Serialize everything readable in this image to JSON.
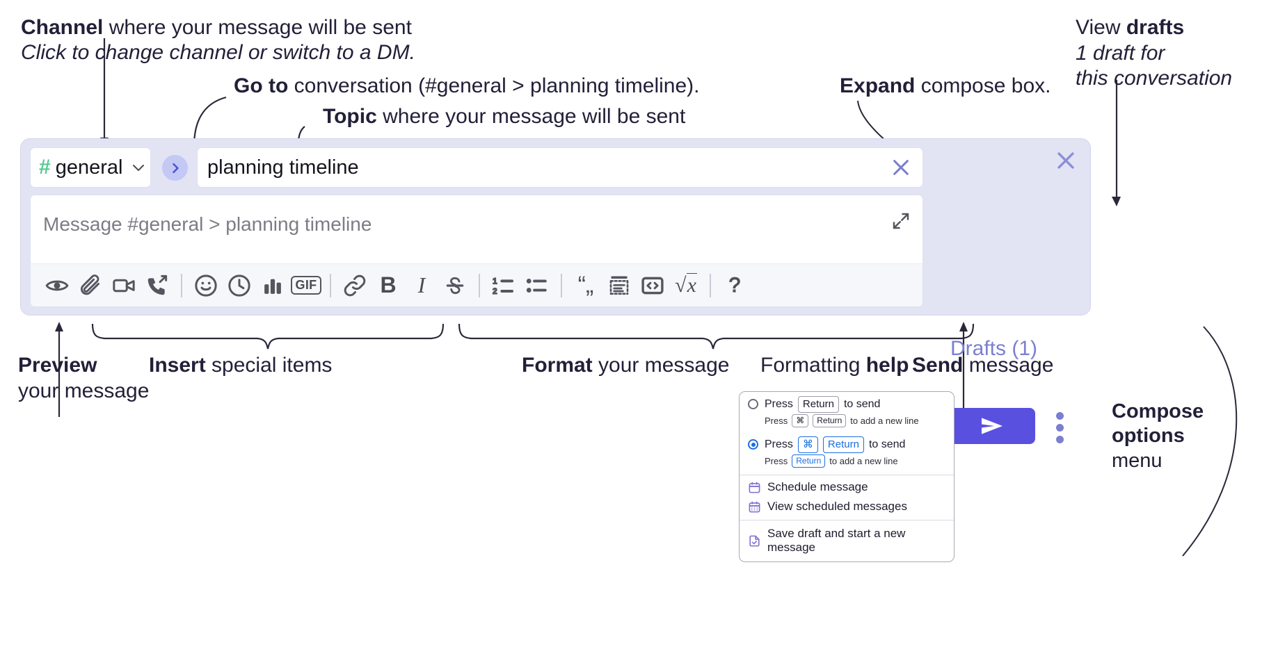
{
  "annotations": {
    "channel": {
      "bold": "Channel",
      "rest": " where your message will be sent",
      "italic": "Click to change channel or switch to a DM."
    },
    "goto": {
      "bold": "Go to",
      "rest": " conversation (#general > planning timeline)."
    },
    "topic": {
      "bold": "Topic",
      "rest": " where your message will be sent"
    },
    "expand": {
      "bold": "Expand",
      "rest": " compose box."
    },
    "drafts": {
      "line1_rest": "View ",
      "line1_bold": "drafts",
      "line2": "1 draft for",
      "line3": "this conversation"
    },
    "preview": {
      "bold": "Preview",
      "line2": "your message"
    },
    "insert": {
      "bold": "Insert",
      "rest": " special items"
    },
    "format": {
      "bold": "Format",
      "rest": " your message"
    },
    "help": {
      "rest": "Formatting ",
      "bold": "help"
    },
    "send": {
      "bold": "Send",
      "rest": " message"
    },
    "compose_options": {
      "line1": "Compose",
      "line2": "options",
      "line3": "menu"
    }
  },
  "compose": {
    "channel_name": "general",
    "hash_icon": "#",
    "topic_value": "planning timeline",
    "message_placeholder": "Message #general > planning timeline",
    "drafts_label": "Drafts (1)",
    "toolbar": [
      {
        "name": "preview-icon",
        "type": "eye"
      },
      {
        "name": "attachment-icon",
        "type": "paperclip"
      },
      {
        "name": "video-clip-icon",
        "type": "video"
      },
      {
        "name": "audio-clip-icon",
        "type": "phone"
      },
      {
        "name": "divider",
        "type": "sep"
      },
      {
        "name": "emoji-icon",
        "type": "emoji"
      },
      {
        "name": "reminder-clock-icon",
        "type": "clock"
      },
      {
        "name": "poll-icon",
        "type": "bars"
      },
      {
        "name": "gif-icon",
        "type": "gif",
        "label": "GIF"
      },
      {
        "name": "divider",
        "type": "sep"
      },
      {
        "name": "link-icon",
        "type": "link"
      },
      {
        "name": "bold-icon",
        "type": "bold",
        "label": "B"
      },
      {
        "name": "italic-icon",
        "type": "italic",
        "label": "I"
      },
      {
        "name": "strikethrough-icon",
        "type": "strike"
      },
      {
        "name": "divider",
        "type": "sep"
      },
      {
        "name": "ordered-list-icon",
        "type": "ol"
      },
      {
        "name": "bulleted-list-icon",
        "type": "ul"
      },
      {
        "name": "divider",
        "type": "sep"
      },
      {
        "name": "blockquote-icon",
        "type": "quote",
        "label": "“„"
      },
      {
        "name": "code-block-icon",
        "type": "codeblock"
      },
      {
        "name": "inline-code-icon",
        "type": "code"
      },
      {
        "name": "math-icon",
        "type": "math",
        "label": "√x"
      },
      {
        "name": "divider",
        "type": "sep"
      },
      {
        "name": "formatting-help-icon",
        "type": "help",
        "label": "?"
      }
    ]
  },
  "options_menu": {
    "radio1": {
      "selected": false,
      "pre": "Press",
      "key": "Return",
      "post": "to send",
      "sub_pre": "Press",
      "sub_key1": "⌘",
      "sub_key2": "Return",
      "sub_post": "to add a new line"
    },
    "radio2": {
      "selected": true,
      "pre": "Press",
      "key1": "⌘",
      "key2": "Return",
      "post": "to send",
      "sub_pre": "Press",
      "sub_key": "Return",
      "sub_post": "to add a new line"
    },
    "items": [
      {
        "label": "Schedule message",
        "icon": "calendar-icon"
      },
      {
        "label": "View scheduled messages",
        "icon": "calendar-grid-icon"
      },
      {
        "label": "Save draft and start a new message",
        "icon": "draft-check-icon"
      }
    ]
  },
  "colors": {
    "panel_bg": "#e2e3f3",
    "send_purple": "#5a50e0",
    "accent_purple": "#7b7fd0",
    "hash_green": "#5bc796",
    "radio_blue": "#1a6fe0"
  }
}
